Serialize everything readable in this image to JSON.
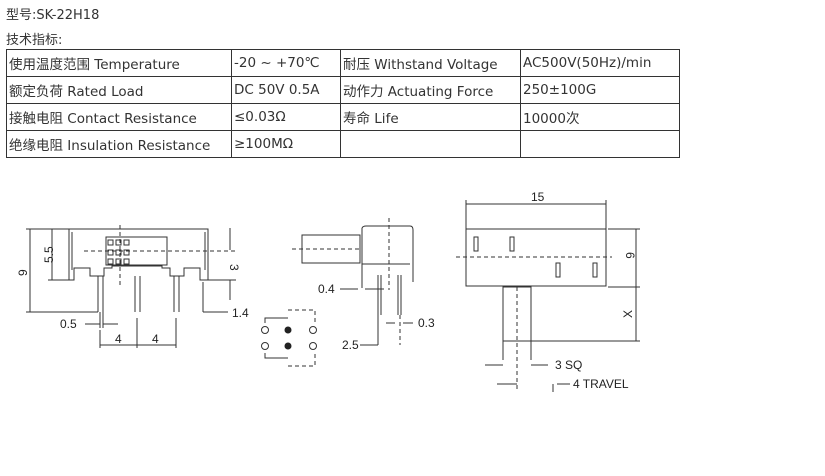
{
  "model_line": "型号:SK-22H18",
  "specs_heading": "技术指标:",
  "table": [
    [
      "使用温度范围 Temperature",
      "-20 ~ +70℃",
      "耐压 Withstand Voltage",
      "AC500V(50Hz)/min"
    ],
    [
      "额定负荷 Rated Load",
      "DC 50V 0.5A",
      "动作力 Actuating Force",
      "250±100G"
    ],
    [
      "接触电阻 Contact Resistance",
      "≤0.03Ω",
      "寿命 Life",
      "10000次"
    ],
    [
      "绝缘电阻 Insulation Resistance",
      "≥100MΩ",
      "",
      ""
    ]
  ],
  "drawing": {
    "front": {
      "h_total": "9",
      "h_body": "5.5",
      "h_top": "3",
      "pin_w": "0.5",
      "pitch1": "4",
      "pitch2": "4",
      "offset": "1.4"
    },
    "side": {
      "d1": "0.4",
      "d2": "0.3",
      "d3": "2.5"
    },
    "top": {
      "width": "15",
      "height": "6",
      "x": "X",
      "sq": "3 SQ",
      "travel": "4 TRAVEL"
    }
  }
}
